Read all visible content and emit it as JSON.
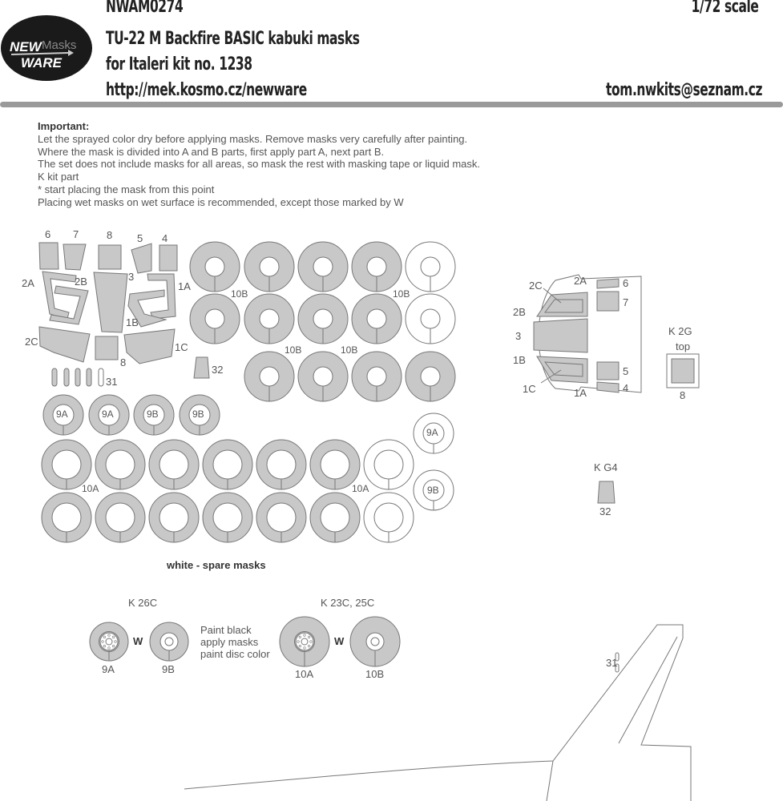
{
  "header": {
    "code": "NWAM0274",
    "scale": "1/72 scale",
    "title": "TU-22 M Backfire BASIC  kabuki masks",
    "subtitle": "for Italeri kit no. 1238",
    "url": "http://mek.kosmo.cz/newware",
    "email": "tom.nwkits@seznam.cz",
    "logo": "NEW Masks WARE"
  },
  "notes": {
    "heading": "Important:",
    "lines": [
      "Let the sprayed color dry before applying masks. Remove masks very carefully after painting.",
      "Where the mask is divided into A and B parts, first apply part A, next part B.",
      "The set does not include masks for all areas, so mask the rest with masking tape or liquid mask.",
      "K kit part",
      "*  start placing the mask from this point",
      "Placing wet masks on wet surface is recommended, except those marked by W"
    ]
  },
  "canopy_parts": {
    "p6": "6",
    "p7": "7",
    "p8": "8",
    "p5": "5",
    "p4": "4",
    "p2A": "2A",
    "p2B": "2B",
    "p3": "3",
    "p1A": "1A",
    "p1B": "1B",
    "p2C": "2C",
    "p8b": "8",
    "p1C": "1C",
    "p31": "31",
    "p32": "32"
  },
  "wheel_labels": {
    "b1": "10B",
    "b2": "10B",
    "b3": "10B",
    "b4": "10B",
    "a1": "10A",
    "a2": "10A",
    "s9a1": "9A",
    "s9a2": "9A",
    "s9b1": "9B",
    "s9b2": "9B",
    "w9a": "9A",
    "w9b": "9B"
  },
  "spare_note": "white - spare masks",
  "placement": {
    "l2C": "2C",
    "l2A": "2A",
    "l6": "6",
    "l7": "7",
    "l2B": "2B",
    "l3": "3",
    "l1B": "1B",
    "l1C": "1C",
    "l1A": "1A",
    "l5": "5",
    "l4": "4",
    "k2g": "K 2G",
    "top": "top",
    "l8": "8",
    "kg4": "K G4",
    "l32": "32"
  },
  "wheels": {
    "k26c": "K 26C",
    "k23c": "K 23C, 25C",
    "l9A": "9A",
    "l9B": "9B",
    "l10A": "10A",
    "l10B": "10B",
    "w1": "W",
    "w2": "W",
    "paint": [
      "Paint black",
      "apply masks",
      "paint disc color"
    ]
  },
  "tail": {
    "l31": "31"
  },
  "colors": {
    "mask": "#c8c8c8",
    "outline": "#777777",
    "rule": "#9a9a9a"
  }
}
